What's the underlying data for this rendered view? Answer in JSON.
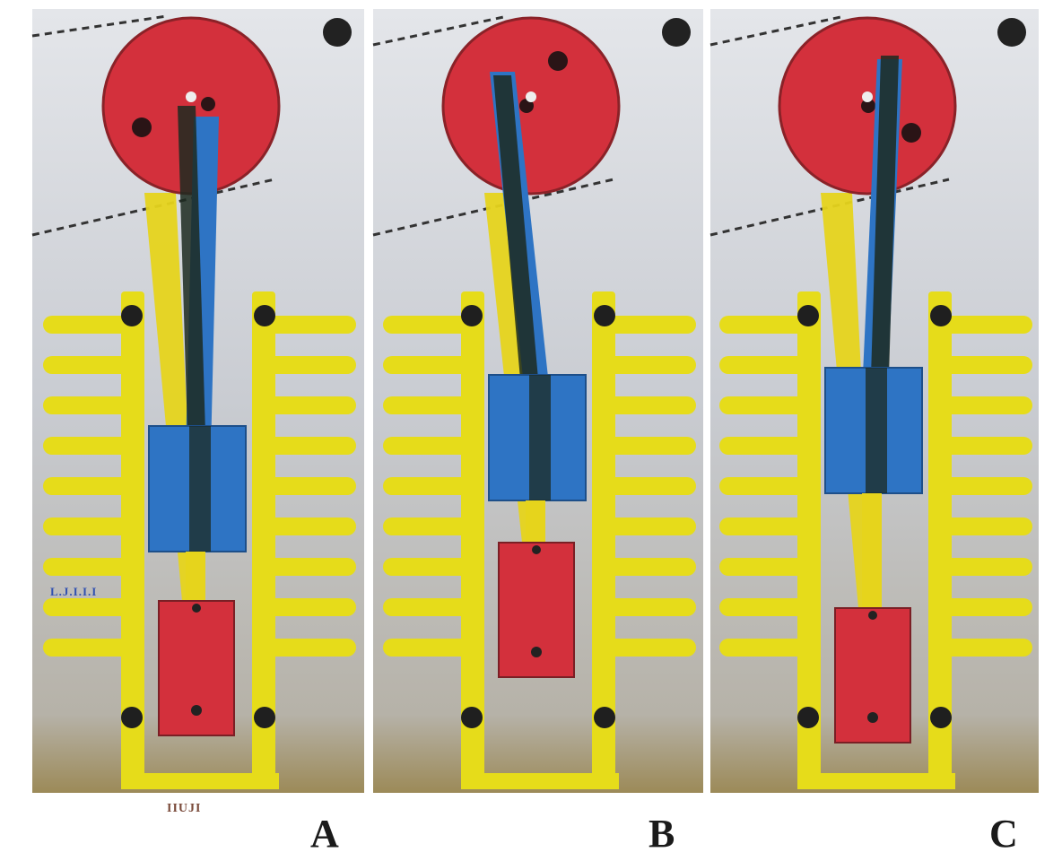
{
  "figure": {
    "panels": [
      {
        "label": "A",
        "state": "bottom"
      },
      {
        "label": "B",
        "state": "middle"
      },
      {
        "label": "C",
        "state": "top"
      }
    ],
    "scribble_bottom": "IIUJI",
    "scribble_side": "L.J.I.I.I",
    "colors": {
      "background": "#c8ccd2",
      "wheel": "#d3303c",
      "rod": "#2e74c4",
      "link": "#e6d41c",
      "crank_dark": "#1c2a20",
      "piston": "#d3303c",
      "guide": "#2e74c4",
      "fins": "#e6dc1a"
    }
  }
}
